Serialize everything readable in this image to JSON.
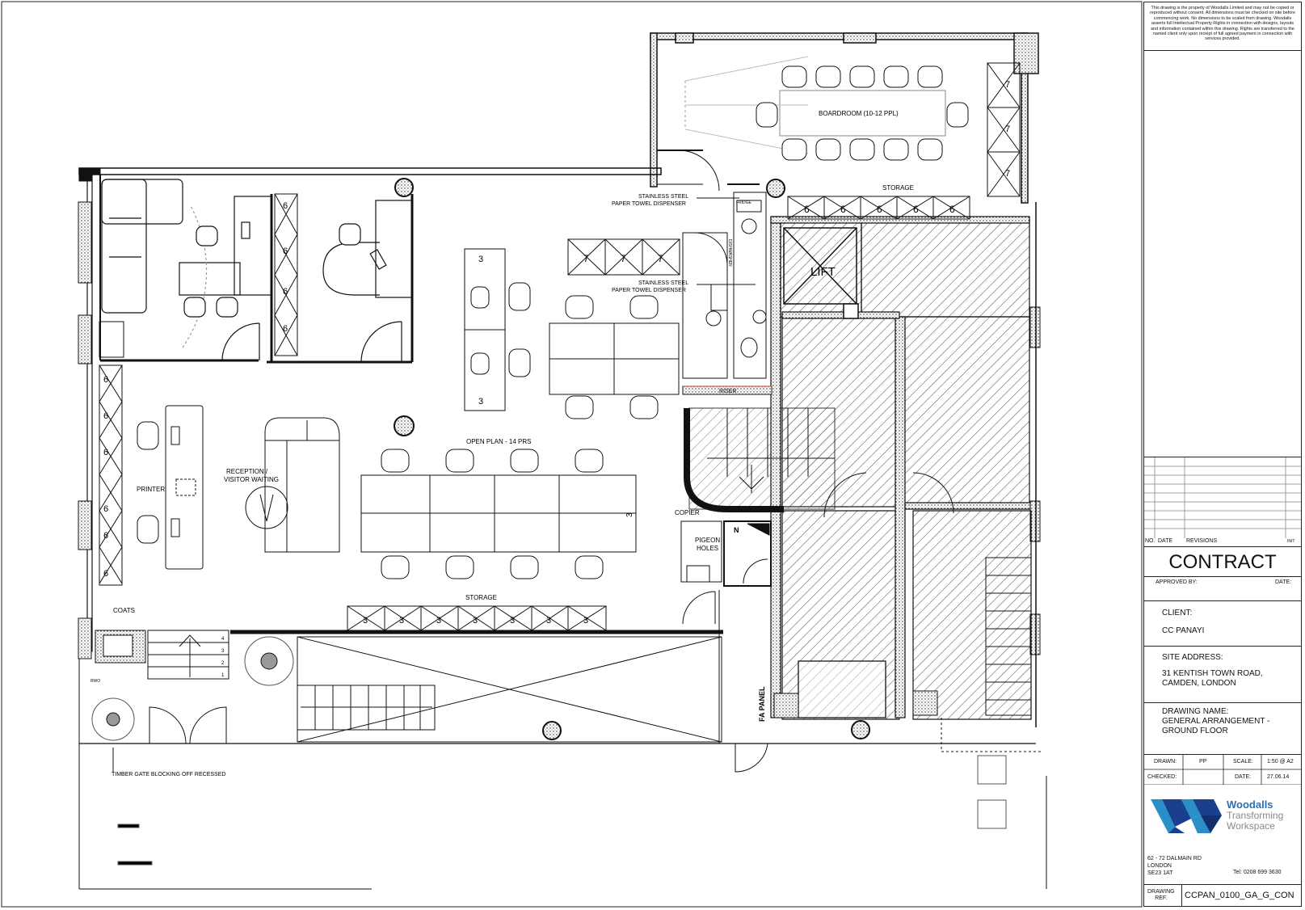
{
  "drawing": {
    "rooms": {
      "boardroom": "BOARDROOM (10-12 PPL)",
      "lift": "LIFT",
      "open_plan": "OPEN PLAN - 14 PRS",
      "reception": "RECEPTION /\nVISITOR WAITING",
      "printer": "PRINTER",
      "coats": "COATS",
      "storage_top": "STORAGE",
      "storage_mid": "STORAGE",
      "copier": "COPIER",
      "pigeon_holes": "PIGEON\nHOLES",
      "riser": "RISER",
      "fa_panel": "FA PANEL",
      "fridge": "FRIDGE",
      "dishwasher": "DISHWASHER",
      "north": "N"
    },
    "notes": {
      "dispenser_1": "STAINLESS STEEL\nPAPER TOWEL DISPENSER",
      "dispenser_2": "STAINLESS STEEL\nPAPER TOWEL DISPENSER",
      "timber_gate": "TIMBER GATE BLOCKING OFF RECESSED",
      "rwo": "RWO"
    },
    "storage_numbers": {
      "top_row": [
        "6",
        "6",
        "6",
        "6",
        "6"
      ],
      "boardroom_side": [
        "7",
        "7",
        "7"
      ],
      "kitchen_row": [
        "7",
        "7",
        "7"
      ],
      "office_cabinets": [
        "6",
        "6",
        "6",
        "6"
      ],
      "left_wall": [
        "6",
        "6",
        "6",
        "6",
        "6",
        "6"
      ],
      "bottom_row": [
        "3",
        "3",
        "3",
        "3",
        "3",
        "3",
        "3"
      ],
      "desk_end": [
        "3",
        "3",
        "3"
      ]
    },
    "stair_steps": [
      "1",
      "2",
      "3",
      "4"
    ]
  },
  "title_block": {
    "disclaimer": "This drawing is the property of Woodalls Limited and may not be copied or reproduced without consent. All dimensions must be checked on site before commencing work. No dimensions to be scaled from drawing. Woodalls asserts full Intellectual Property Rights in connection with designs, layouts and information contained within this drawing. Rights are transferred to the named client only upon receipt of full agreed payment in connection with services provided.",
    "revision_headers": {
      "no": "NO.",
      "date": "DATE",
      "revisions": "REVISIONS",
      "initials": "INIT"
    },
    "status": "CONTRACT",
    "approved_by_label": "APPROVED BY:",
    "date_label": "DATE:",
    "client_label": "CLIENT:",
    "client": "CC PANAYI",
    "site_address_label": "SITE ADDRESS:",
    "site_address": "31 KENTISH TOWN ROAD,\nCAMDEN, LONDON",
    "drawing_name_label": "DRAWING NAME:",
    "drawing_name": "GENERAL ARRANGEMENT -\nGROUND FLOOR",
    "drawn_label": "DRAWN:",
    "drawn": "PP",
    "scale_label": "SCALE:",
    "scale": "1:50 @ A2",
    "checked_label": "CHECKED:",
    "checked": "",
    "date2_label": "DATE:",
    "date": "27.06.14",
    "company_name": "Woodalls",
    "company_tagline": "Transforming\nWorkspace",
    "company_address": "62 - 72 DALMAIN RD\nLONDON\nSE23 1AT",
    "company_tel": "Tel: 0208 699 3630",
    "drawing_ref_label": "DRAWING\nREF.",
    "drawing_ref": "CCPAN_0100_GA_G_CON"
  },
  "colors": {
    "line": "#111111",
    "hatch": "#555555",
    "grid": "#bbbbbb",
    "brand_dark": "#1b3f8f",
    "brand_light": "#2a8ec9",
    "brand_text": "#2a6fb5"
  }
}
